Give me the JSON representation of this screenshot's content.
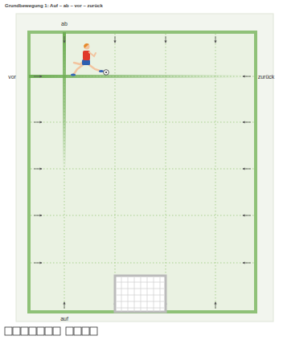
{
  "diagram": {
    "title": "Grundbewegung 1: Auf – ab – vor – zurück",
    "labels": [
      "ab",
      "vor",
      "zurück",
      "auf"
    ]
  }
}
